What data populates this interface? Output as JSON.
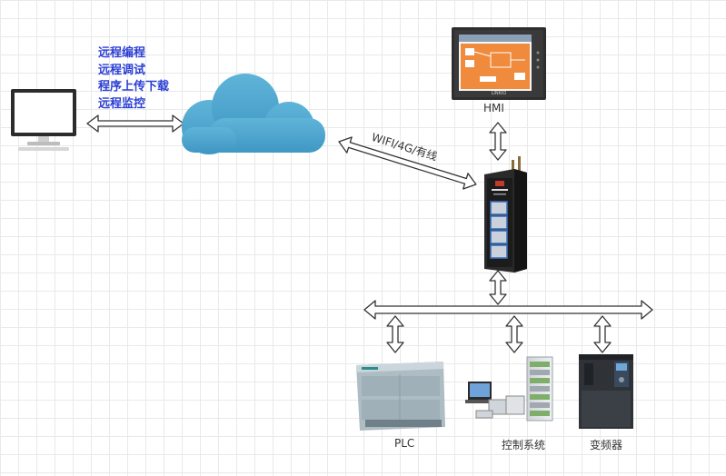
{
  "remote_functions": [
    "远程编程",
    "远程调试",
    "程序上传下载",
    "远程监控"
  ],
  "link_label": "WIFI/4G/有线",
  "hmi": {
    "label": "HMI",
    "brand": "LINKIO"
  },
  "devices": {
    "plc": "PLC",
    "control_system": "控制系统",
    "inverter": "变频器"
  }
}
